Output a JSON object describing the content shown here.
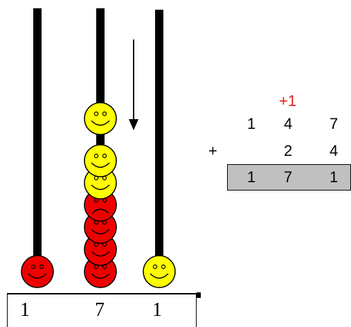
{
  "abacus": {
    "rods": [
      {
        "beads": [
          "happy-red"
        ]
      },
      {
        "beads": [
          "happy-red",
          "happy-red",
          "happy-red",
          "sad-red",
          "happy-yellow",
          "happy-yellow",
          "gap",
          "happy-yellow"
        ]
      },
      {
        "beads": [
          "happy-yellow"
        ]
      }
    ],
    "direction_arrow": "down",
    "base_digits": [
      "1",
      "7",
      "1"
    ]
  },
  "addition": {
    "carry": "+1",
    "row1": [
      "1",
      "4",
      "7"
    ],
    "plus_sign": "+",
    "row2": [
      "",
      "2",
      "4"
    ],
    "result": [
      "1",
      "7",
      "1"
    ]
  },
  "colors": {
    "rod": "#000000",
    "red_bead": "#ee0000",
    "yellow_bead": "#ffff00",
    "carry_text": "#e21b1b",
    "result_fill": "#c0c0c0"
  }
}
